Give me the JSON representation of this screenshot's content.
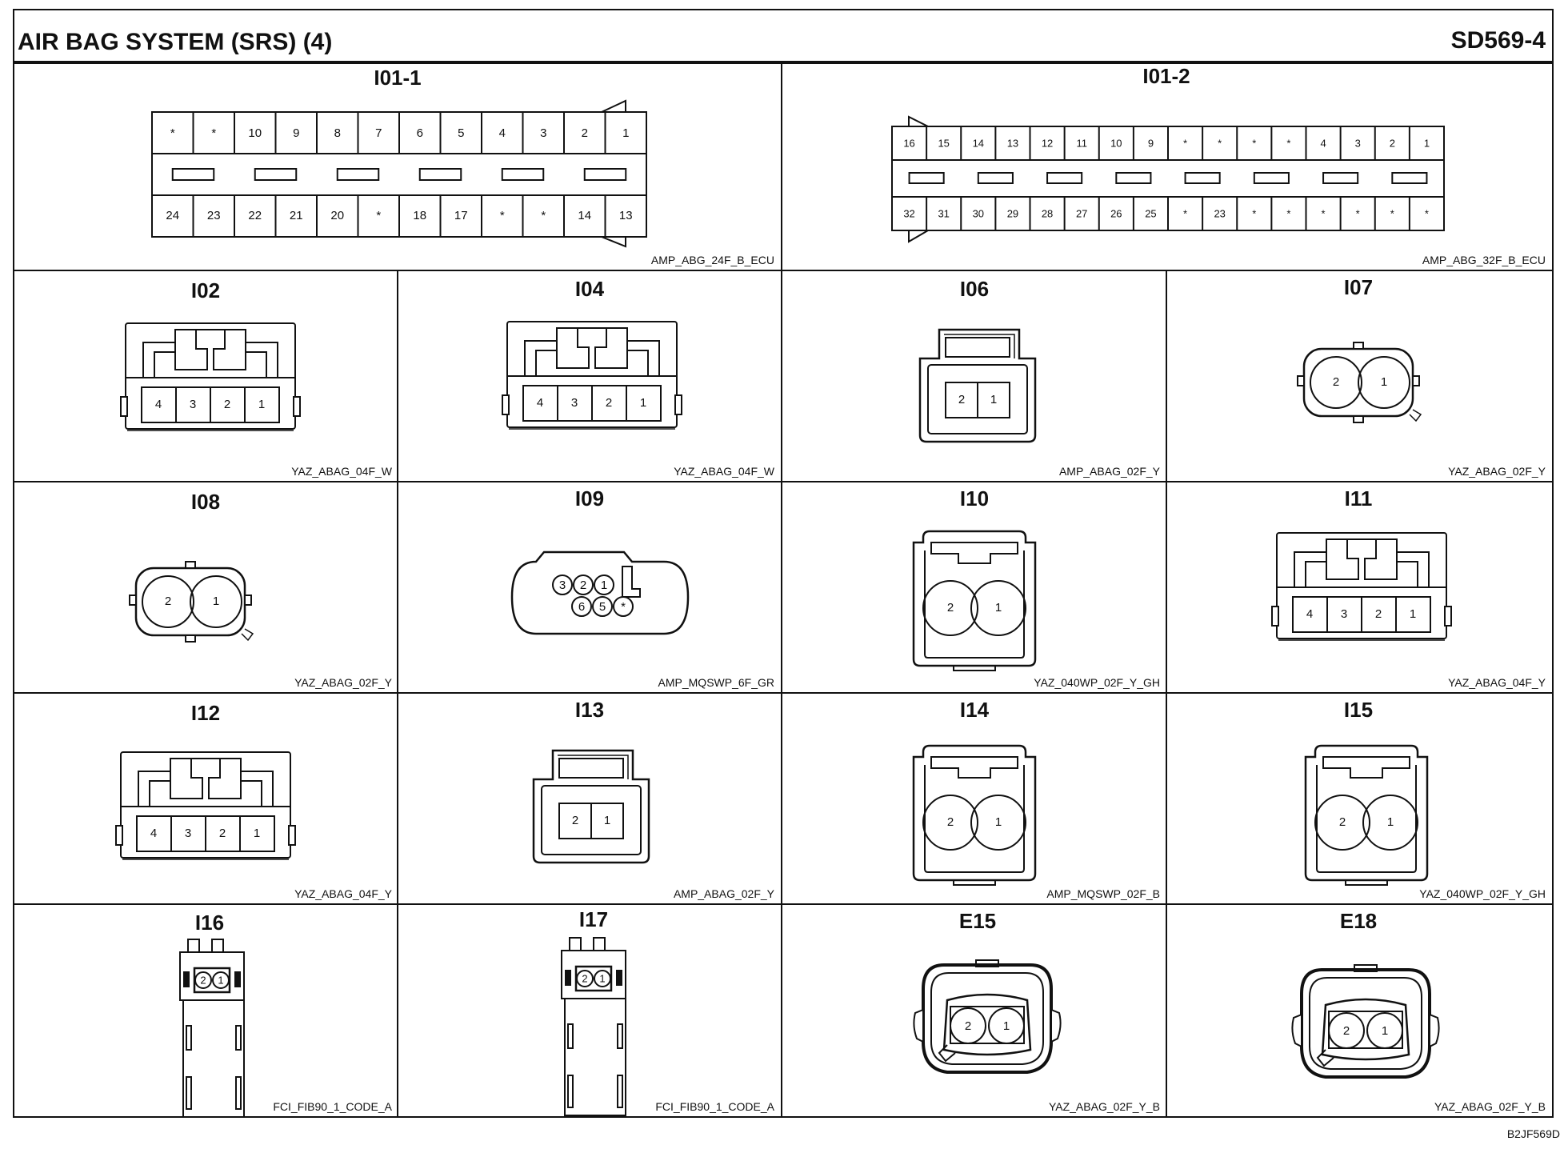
{
  "header": {
    "title": "AIR BAG SYSTEM (SRS) (4)",
    "page_code": "SD569-4"
  },
  "footer": {
    "image_code": "B2JF569D"
  },
  "connectors": {
    "i01_1": {
      "label": "I01-1",
      "code": "AMP_ABG_24F_B_ECU",
      "top_pins": [
        "*",
        "*",
        "10",
        "9",
        "8",
        "7",
        "6",
        "5",
        "4",
        "3",
        "2",
        "1"
      ],
      "bottom_pins": [
        "24",
        "23",
        "22",
        "21",
        "20",
        "*",
        "18",
        "17",
        "*",
        "*",
        "14",
        "13"
      ]
    },
    "i01_2": {
      "label": "I01-2",
      "code": "AMP_ABG_32F_B_ECU",
      "top_pins": [
        "16",
        "15",
        "14",
        "13",
        "12",
        "11",
        "10",
        "9",
        "*",
        "*",
        "*",
        "*",
        "4",
        "3",
        "2",
        "1"
      ],
      "bottom_pins": [
        "32",
        "31",
        "30",
        "29",
        "28",
        "27",
        "26",
        "25",
        "*",
        "23",
        "*",
        "*",
        "*",
        "*",
        "*",
        "*"
      ]
    },
    "i02": {
      "label": "I02",
      "code": "YAZ_ABAG_04F_W",
      "pins": [
        "4",
        "3",
        "2",
        "1"
      ]
    },
    "i04": {
      "label": "I04",
      "code": "YAZ_ABAG_04F_W",
      "pins": [
        "4",
        "3",
        "2",
        "1"
      ]
    },
    "i06": {
      "label": "I06",
      "code": "AMP_ABAG_02F_Y",
      "pins": [
        "2",
        "1"
      ]
    },
    "i07": {
      "label": "I07",
      "code": "YAZ_ABAG_02F_Y",
      "pins": [
        "2",
        "1"
      ]
    },
    "i08": {
      "label": "I08",
      "code": "YAZ_ABAG_02F_Y",
      "pins": [
        "2",
        "1"
      ]
    },
    "i09": {
      "label": "I09",
      "code": "AMP_MQSWP_6F_GR",
      "pins": [
        "3",
        "2",
        "1",
        "6",
        "5",
        "*"
      ]
    },
    "i10": {
      "label": "I10",
      "code": "YAZ_040WP_02F_Y_GH",
      "pins": [
        "2",
        "1"
      ]
    },
    "i11": {
      "label": "I11",
      "code": "YAZ_ABAG_04F_Y",
      "pins": [
        "4",
        "3",
        "2",
        "1"
      ]
    },
    "i12": {
      "label": "I12",
      "code": "YAZ_ABAG_04F_Y",
      "pins": [
        "4",
        "3",
        "2",
        "1"
      ]
    },
    "i13": {
      "label": "I13",
      "code": "AMP_ABAG_02F_Y",
      "pins": [
        "2",
        "1"
      ]
    },
    "i14": {
      "label": "I14",
      "code": "AMP_MQSWP_02F_B",
      "pins": [
        "2",
        "1"
      ]
    },
    "i15": {
      "label": "I15",
      "code": "YAZ_040WP_02F_Y_GH",
      "pins": [
        "2",
        "1"
      ]
    },
    "i16": {
      "label": "I16",
      "code": "FCI_FIB90_1_CODE_A",
      "pins": [
        "2",
        "1"
      ]
    },
    "i17": {
      "label": "I17",
      "code": "FCI_FIB90_1_CODE_A",
      "pins": [
        "2",
        "1"
      ]
    },
    "e15": {
      "label": "E15",
      "code": "YAZ_ABAG_02F_Y_B",
      "pins": [
        "2",
        "1"
      ]
    },
    "e18": {
      "label": "E18",
      "code": "YAZ_ABAG_02F_Y_B",
      "pins": [
        "2",
        "1"
      ]
    }
  }
}
